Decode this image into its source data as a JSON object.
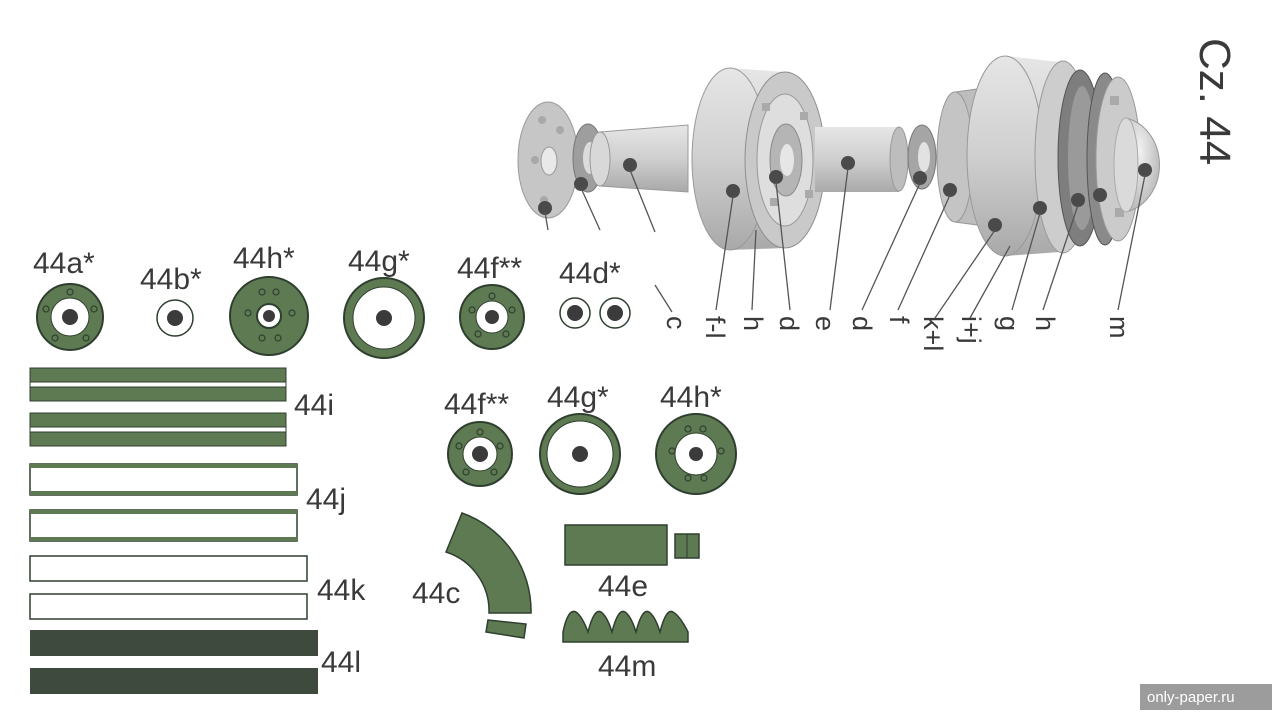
{
  "title": "Cz. 44",
  "colors": {
    "green": "#5e7a52",
    "dark": "#3d4a3d",
    "hole": "#3b3b3b",
    "outline": "#2f3f2f",
    "part_gray": "#cfcfcf",
    "text": "#3a3a3a"
  },
  "parts": {
    "p44a": "44a*",
    "p44b": "44b*",
    "p44h_top": "44h*",
    "p44g_top": "44g*",
    "p44f_top": "44f**",
    "p44d": "44d*",
    "p44i": "44i",
    "p44j": "44j",
    "p44k": "44k",
    "p44l": "44l",
    "p44f_mid": "44f**",
    "p44g_mid": "44g*",
    "p44h_mid": "44h*",
    "p44c": "44c",
    "p44e": "44e",
    "p44m": "44m"
  },
  "callouts": [
    "c",
    "f-l",
    "h",
    "d",
    "e",
    "d",
    "f",
    "k+l",
    "i+j",
    "g",
    "h",
    "m"
  ],
  "watermark": "only-paper.ru"
}
